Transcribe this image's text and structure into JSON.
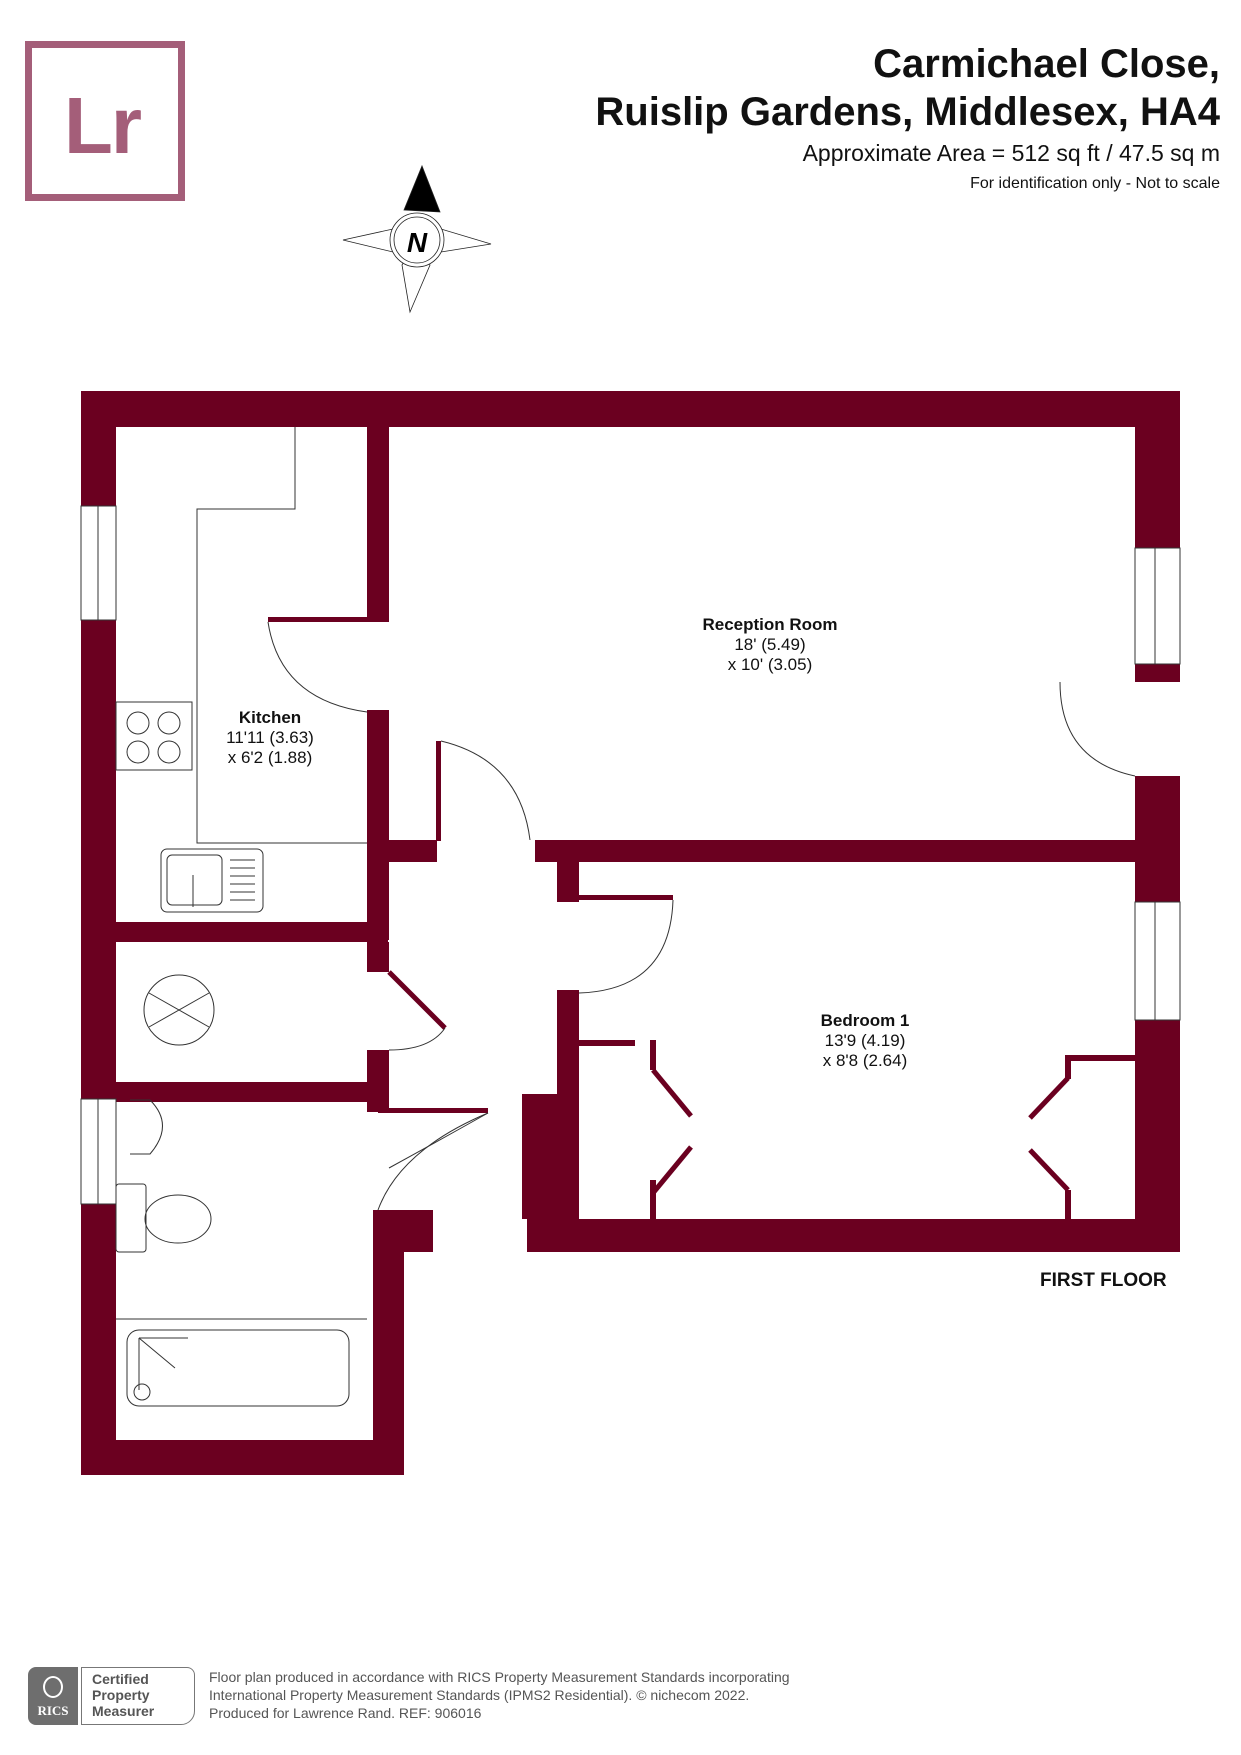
{
  "logo": {
    "text": "Lr",
    "color": "#a45e79"
  },
  "header": {
    "title_line1": "Carmichael Close,",
    "title_line2": "Ruislip Gardens, Middlesex, HA4",
    "area": "Approximate Area = 512 sq ft / 47.5 sq m",
    "note": "For identification only - Not to scale"
  },
  "compass": {
    "label": "N",
    "icon": "north-arrow-icon"
  },
  "plan": {
    "wall_color": "#6b0020",
    "floor_label": "FIRST FLOOR",
    "rooms": [
      {
        "name": "Reception Room",
        "dim1": "18' (5.49)",
        "dim2": "x 10' (3.05)"
      },
      {
        "name": "Kitchen",
        "dim1": "11'11 (3.63)",
        "dim2": "x 6'2 (1.88)"
      },
      {
        "name": "Bedroom 1",
        "dim1": "13'9 (4.19)",
        "dim2": "x 8'8 (2.64)"
      }
    ]
  },
  "footer": {
    "rics_logo": "RICS",
    "badge_line1": "Certified",
    "badge_line2": "Property",
    "badge_line3": "Measurer",
    "line1": "Floor plan produced in accordance with RICS Property Measurement Standards incorporating",
    "line2": "International Property Measurement Standards (IPMS2 Residential).   © nichecom 2022.",
    "line3": "Produced for Lawrence Rand.   REF:  906016"
  }
}
